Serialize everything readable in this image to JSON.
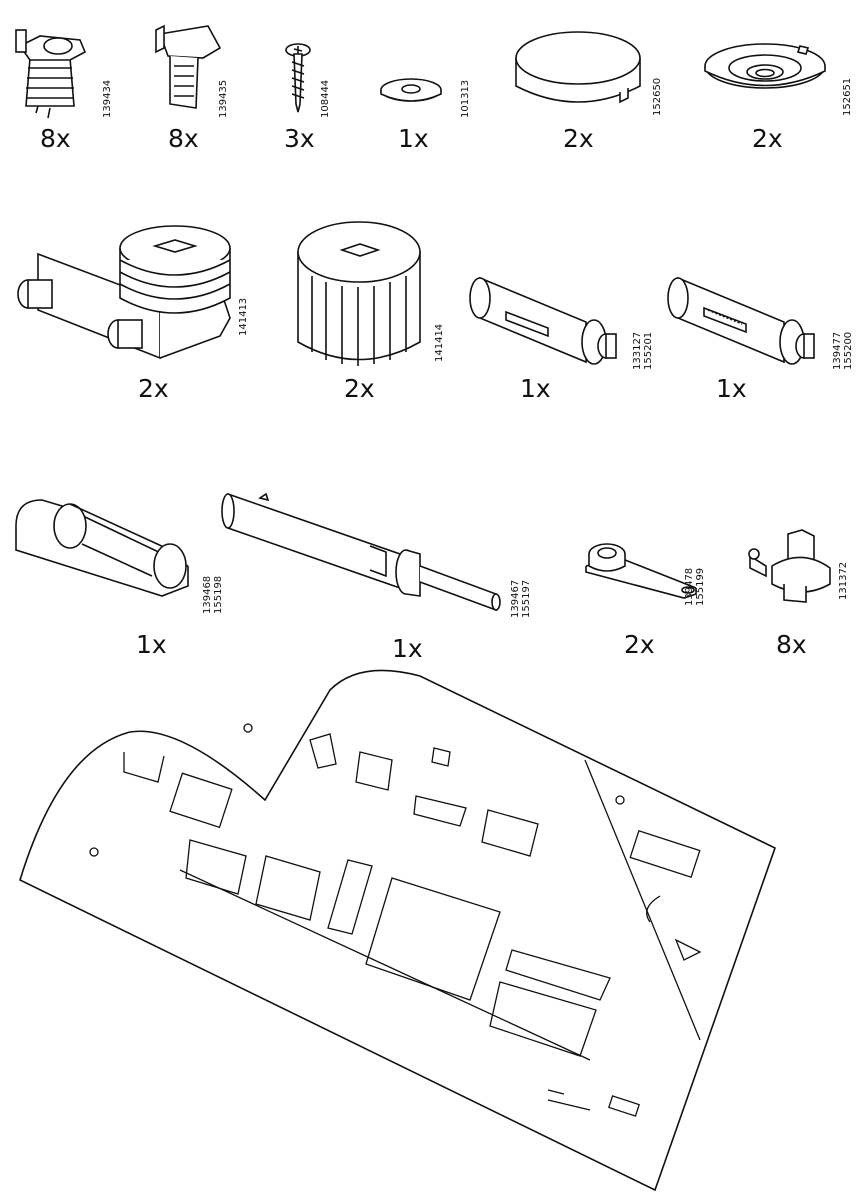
{
  "parts": [
    {
      "qty": "8x",
      "codes": [
        "139434"
      ]
    },
    {
      "qty": "8x",
      "codes": [
        "139435"
      ]
    },
    {
      "qty": "3x",
      "codes": [
        "108444"
      ]
    },
    {
      "qty": "1x",
      "codes": [
        "101313"
      ]
    },
    {
      "qty": "2x",
      "codes": [
        "152650"
      ]
    },
    {
      "qty": "2x",
      "codes": [
        "152651"
      ]
    },
    {
      "qty": "2x",
      "codes": [
        "141413"
      ]
    },
    {
      "qty": "2x",
      "codes": [
        "141414"
      ]
    },
    {
      "qty": "1x",
      "codes": [
        "133127",
        "155201"
      ]
    },
    {
      "qty": "1x",
      "codes": [
        "139477",
        "155200"
      ]
    },
    {
      "qty": "1x",
      "codes": [
        "139468",
        "155198"
      ]
    },
    {
      "qty": "1x",
      "codes": [
        "139467",
        "155197"
      ]
    },
    {
      "qty": "2x",
      "codes": [
        "139478",
        "155199"
      ]
    },
    {
      "qty": "8x",
      "codes": [
        "131372"
      ]
    }
  ],
  "icons": {
    "cam_lock": "cam-lock-icon",
    "wood_dowel_cam": "cam-dowel-icon",
    "screw": "screw-icon",
    "washer": "washer-icon",
    "cap": "round-cap-icon",
    "plate": "mounting-plate-icon",
    "bracket_leveler": "leveler-bracket-icon",
    "knob": "leveling-knob-icon",
    "push_latch": "push-latch-icon",
    "latch_holder": "latch-holder-icon",
    "damper_rod": "damper-rod-icon",
    "hinge_cup": "hinge-cup-icon",
    "connector": "connector-icon",
    "instruction_sheet": "instruction-sheet-icon"
  }
}
